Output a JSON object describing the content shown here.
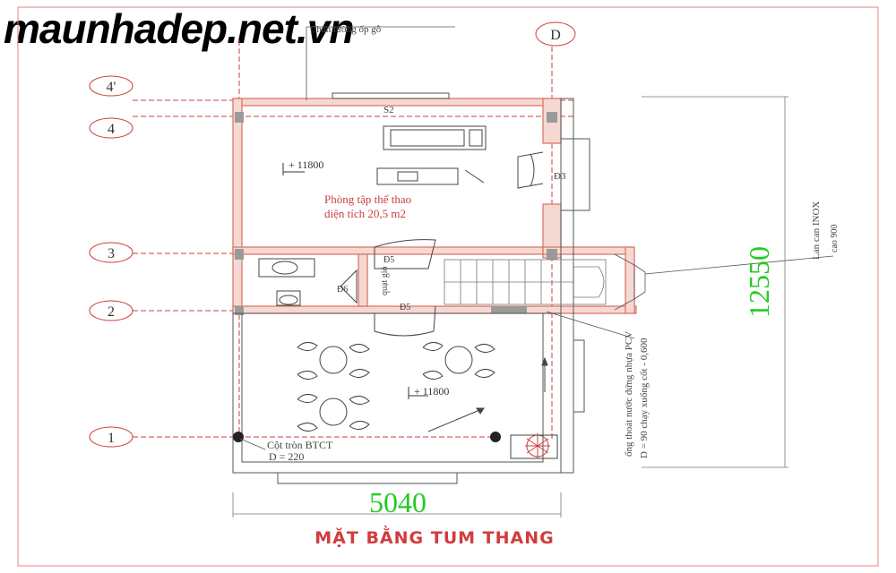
{
  "watermark": "maunhadep.net.vn",
  "title": "MẶT BẰNG TUM THANG",
  "axes": {
    "rows": [
      "4'",
      "4",
      "3",
      "2",
      "1"
    ],
    "cols": [
      "D"
    ]
  },
  "dimensions": {
    "width": "5040",
    "height": "12550"
  },
  "rooms": {
    "gym_name": "Phòng tập thể thao",
    "gym_area": "diện tích 20,5 m2",
    "level_top": "+ 11800",
    "level_bottom": "+ 11800"
  },
  "labels": {
    "wall_top": "Chân tường ốp gỗ",
    "s2": "S2",
    "d3": "Đ3",
    "d5_top": "Đ5",
    "d5_bottom": "Đ5",
    "d6": "Đ6",
    "fan": "quạt gió",
    "column_1": "Cột tròn BTCT",
    "column_2": "D = 220",
    "railing_1": "Lan can INOX",
    "railing_2": "cao 900",
    "pipe_1": "ống thoát nước đứng nhựa PCV",
    "pipe_2": "D = 90 chạy xuống cốt - 0,600"
  },
  "colors": {
    "wall": "#d9705f",
    "axis": "#d23c3c",
    "dim_text": "#22cc22",
    "line": "#444444"
  }
}
